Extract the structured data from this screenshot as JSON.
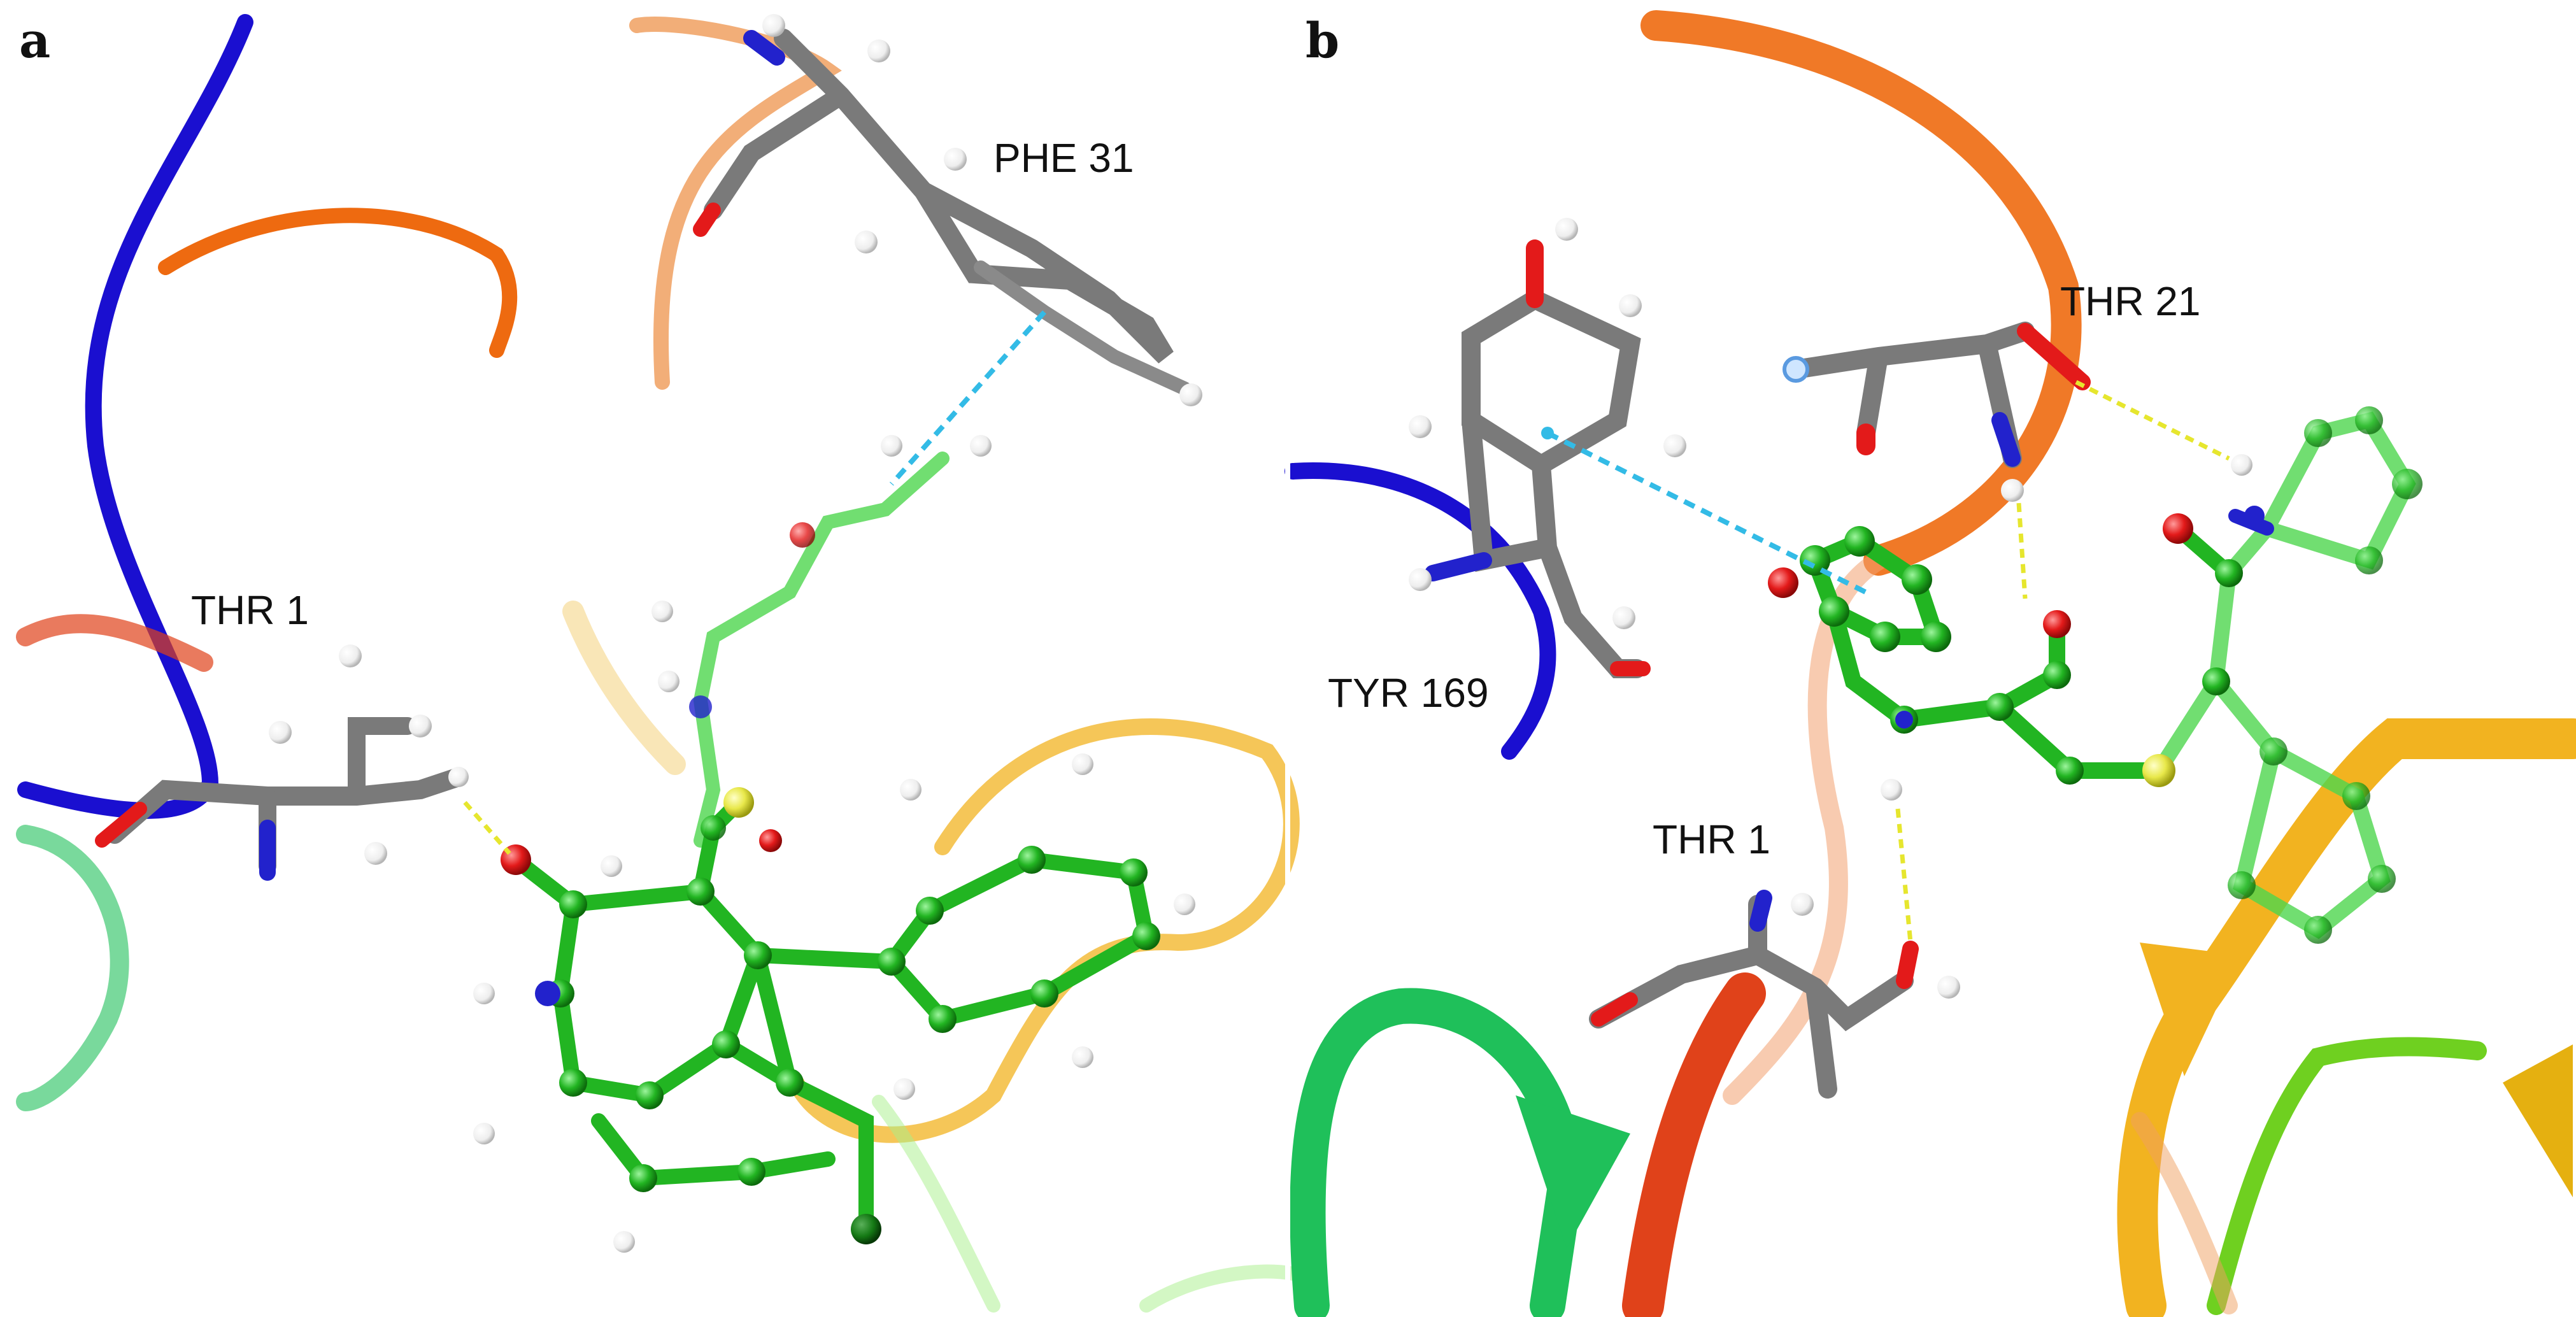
{
  "panels": [
    {
      "letter": "a",
      "labels": [
        "PHE 31",
        "THR 1"
      ]
    },
    {
      "letter": "b",
      "labels": [
        "THR 21",
        "TYR 169",
        "THR 1"
      ]
    }
  ],
  "colors": {
    "ligand_carbon": "#22b522",
    "protein_carbon": "#808080",
    "oxygen": "#e31a1a",
    "nitrogen": "#2222cc",
    "sulfur": "#e8e84a",
    "hydrogen": "#f2f2f2",
    "hbond": "#e6e62e",
    "pi_contact": "#33bbe6",
    "ribbon_blue": "#1a0fd0",
    "ribbon_orange": "#ee6a10",
    "ribbon_gold": "#f2b320",
    "ribbon_green": "#1fc05a",
    "ribbon_red": "#e0421a"
  }
}
